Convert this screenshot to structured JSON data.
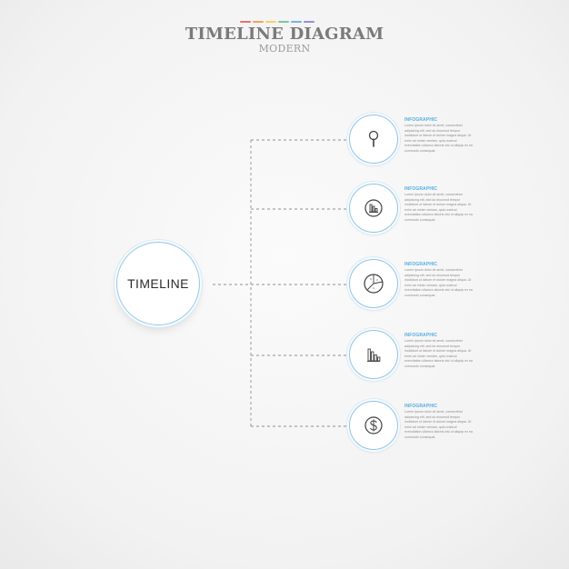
{
  "header": {
    "title": "TIMELINE DIAGRAM",
    "subtitle": "MODERN",
    "accent_colors": [
      "#e57373",
      "#f4a261",
      "#f6d365",
      "#7cc6a4",
      "#6fb6e8",
      "#9c8cd8"
    ]
  },
  "main": {
    "label": "TIMELINE",
    "border_color": "#8fc7ea"
  },
  "items": [
    {
      "title": "INFOGRAPHIC",
      "body": "Lorem ipsum dolor sit amet, consectetur adipiscing elit, sed do eiusmod tempor incididunt ut labore et dolore magna aliqua. Ut enim ad minim veniam, quis nostrud exercitation ullamco laboris nisi ut aliquip ex ea commodo consequat.",
      "icon": "magnifier-icon"
    },
    {
      "title": "INFOGRAPHIC",
      "body": "Lorem ipsum dolor sit amet, consectetur adipiscing elit, sed do eiusmod tempor incididunt ut labore et dolore magna aliqua. Ut enim ad minim veniam, quis nostrud exercitation ullamco laboris nisi ut aliquip ex ea commodo consequat.",
      "icon": "bar-chart-in-circle-icon"
    },
    {
      "title": "INFOGRAPHIC",
      "body": "Lorem ipsum dolor sit amet, consectetur adipiscing elit, sed do eiusmod tempor incididunt ut labore et dolore magna aliqua. Ut enim ad minim veniam, quis nostrud exercitation ullamco laboris nisi ut aliquip ex ea commodo consequat.",
      "icon": "pie-chart-icon"
    },
    {
      "title": "INFOGRAPHIC",
      "body": "Lorem ipsum dolor sit amet, consectetur adipiscing elit, sed do eiusmod tempor incididunt ut labore et dolore magna aliqua. Ut enim ad minim veniam, quis nostrud exercitation ullamco laboris nisi ut aliquip ex ea commodo consequat.",
      "icon": "bar-chart-icon"
    },
    {
      "title": "INFOGRAPHIC",
      "body": "Lorem ipsum dolor sit amet, consectetur adipiscing elit, sed do eiusmod tempor incididunt ut labore et dolore magna aliqua. Ut enim ad minim veniam, quis nostrud exercitation ullamco laboris nisi ut aliquip ex ea commodo consequat.",
      "icon": "dollar-icon"
    }
  ],
  "colors": {
    "heading": "#52afe2",
    "connector": "#8f8f8f",
    "title_text": "#7a7a7a",
    "subtitle_text": "#9a9a9a"
  }
}
